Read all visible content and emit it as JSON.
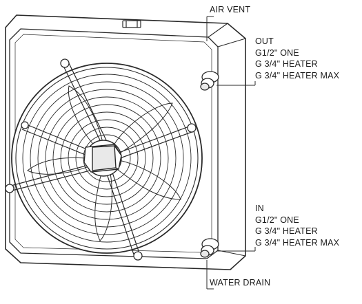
{
  "labels": {
    "air_vent": "AIR VENT",
    "water_drain": "WATER DRAIN",
    "out": {
      "title": "OUT",
      "lines": [
        "G1/2\" ONE",
        "G 3/4\" HEATER",
        "G 3/4\" HEATER MAX"
      ]
    },
    "in": {
      "title": "IN",
      "lines": [
        "G1/2\" ONE",
        "G 3/4\" HEATER",
        "G 3/4\" HEATER MAX"
      ]
    }
  },
  "colors": {
    "line": "#2a2a2a",
    "fill": "#ffffff",
    "shade": "#e9e9e9"
  }
}
